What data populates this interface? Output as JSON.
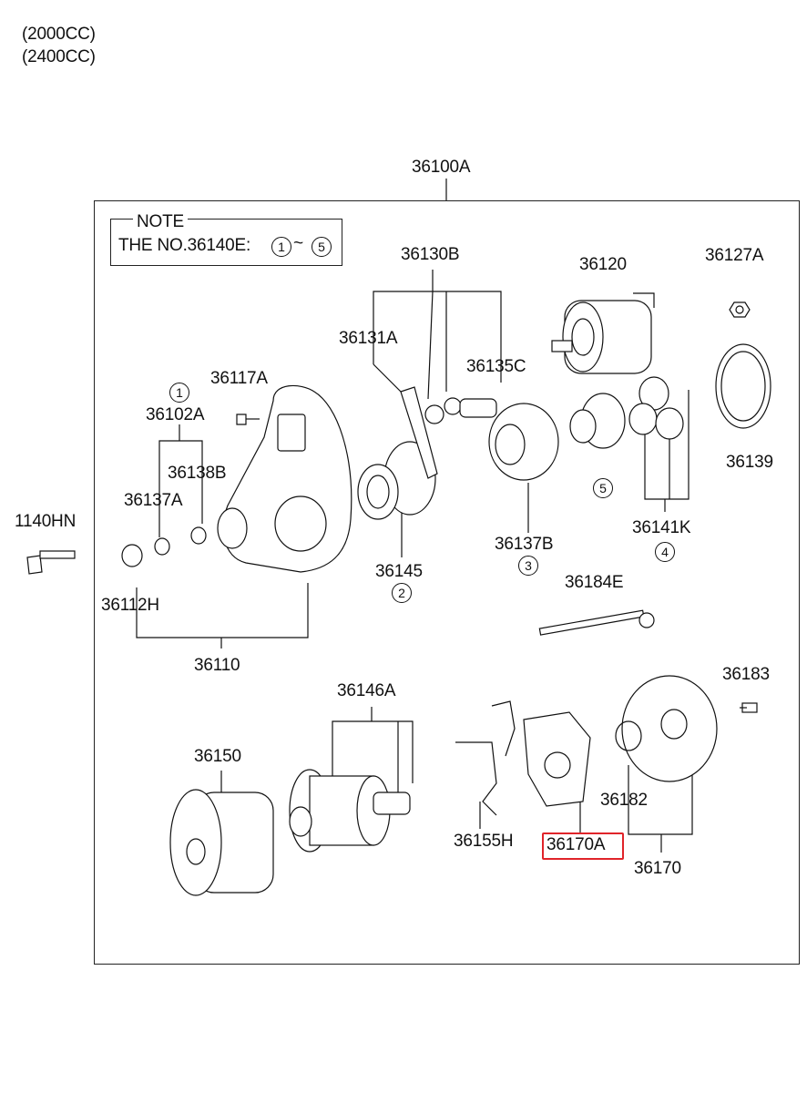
{
  "header": {
    "variants": [
      "(2000CC)",
      "(2400CC)"
    ]
  },
  "note": {
    "title": "NOTE",
    "text": "THE NO.36140E:",
    "range_start": "1",
    "range_sep": "~",
    "range_end": "5"
  },
  "assembly": {
    "main": "36100A"
  },
  "labels": {
    "p36130B": "36130B",
    "p36120": "36120",
    "p36127A": "36127A",
    "p36131A": "36131A",
    "p36135C": "36135C",
    "p36117A": "36117A",
    "p36102A": "36102A",
    "p36138B": "36138B",
    "p36137A": "36137A",
    "p1140HN": "1140HN",
    "p36112H": "36112H",
    "p36110": "36110",
    "p36145": "36145",
    "p36137B": "36137B",
    "p36139": "36139",
    "p36141K": "36141K",
    "p36184E": "36184E",
    "p36183": "36183",
    "p36146A": "36146A",
    "p36150": "36150",
    "p36155H": "36155H",
    "p36170A": "36170A",
    "p36182": "36182",
    "p36170": "36170"
  },
  "circles": {
    "c1": "1",
    "c2": "2",
    "c3": "3",
    "c4": "4",
    "c5": "5"
  },
  "highlight": {
    "part": "36170A",
    "color": "#e0242a"
  }
}
